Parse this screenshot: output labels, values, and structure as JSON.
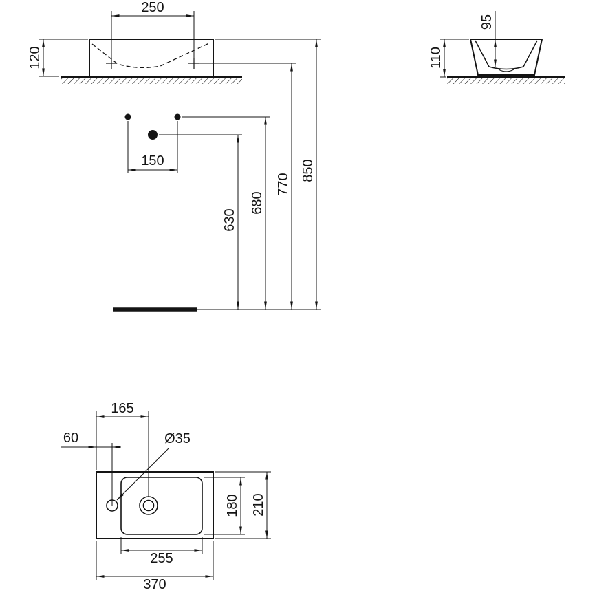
{
  "meta": {
    "ink": "#141414",
    "bg": "#ffffff"
  },
  "front_view": {
    "dim_width_top": "250",
    "dim_height_left": "120",
    "dim_hole_spacing": "150",
    "dim_height_rim": "850",
    "dim_height_fixing_holes": "770",
    "dim_height_supply": "680",
    "dim_height_waste": "630"
  },
  "side_view": {
    "dim_inner_depth": "95",
    "dim_height": "110"
  },
  "plan_view": {
    "dim_waste_offset": "165",
    "dim_taphole_offset": "60",
    "dim_taphole_diameter": "Ø35",
    "dim_bowl_depth": "180",
    "dim_overall_depth": "210",
    "dim_bowl_width": "255",
    "dim_overall_width": "370"
  }
}
